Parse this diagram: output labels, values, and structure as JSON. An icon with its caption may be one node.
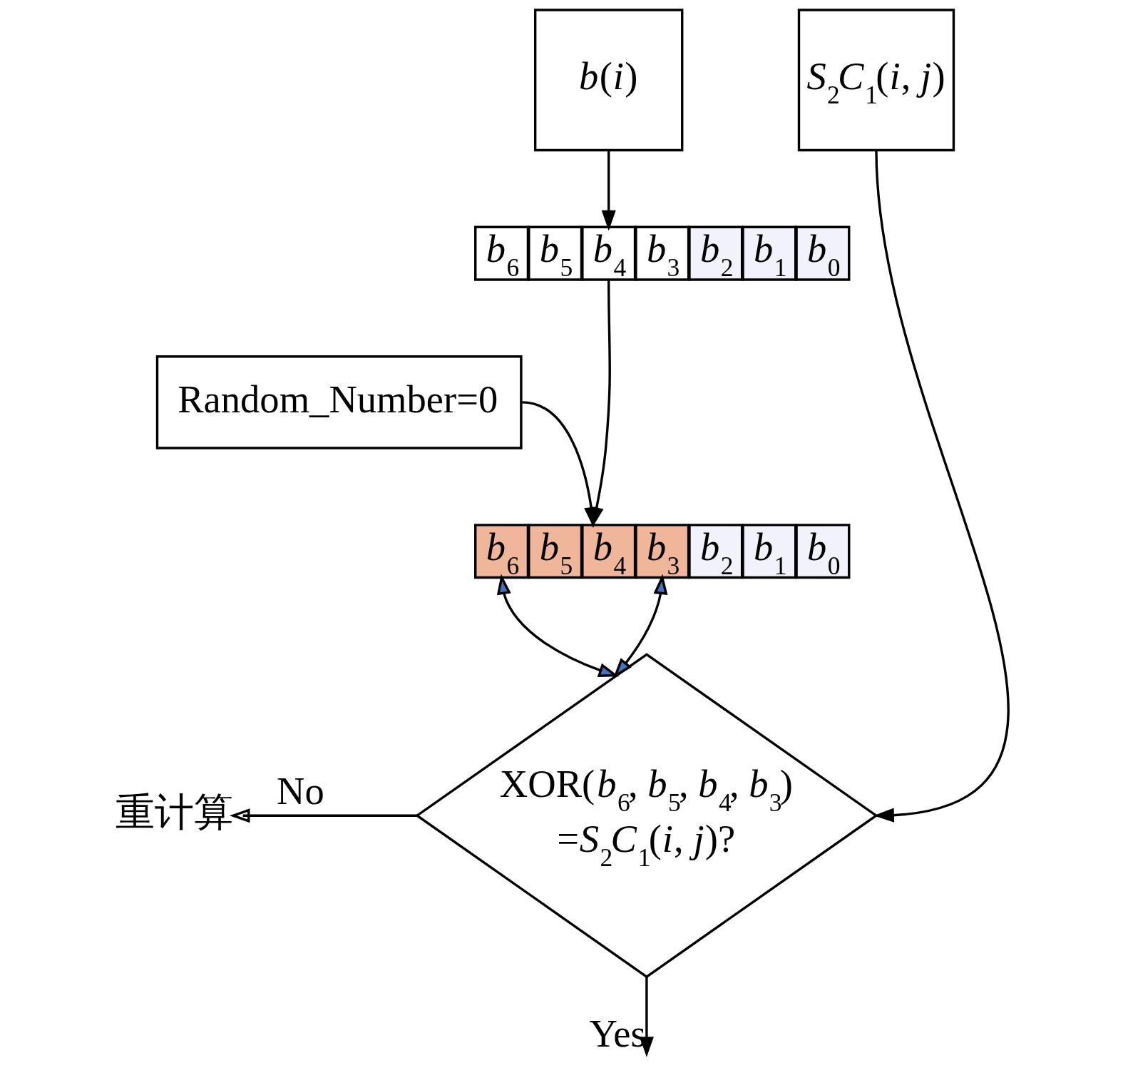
{
  "diagram": {
    "nodes": [
      {
        "text": [
          "*b*(*i*)"
        ]
      },
      {
        "text": [
          "*S*$_{2}$*C*$_{1}$(*i*, *j*)"
        ]
      },
      {
        "text": [
          "*b*$_{6}$"
        ]
      },
      {
        "text": [
          "*b*$_{5}$"
        ]
      },
      {
        "text": [
          "*b*$_{4}$"
        ]
      },
      {
        "text": [
          "*b*$_{3}$"
        ]
      },
      {
        "text": [
          "*b*$_{2}$"
        ]
      },
      {
        "text": [
          "*b*$_{1}$"
        ]
      },
      {
        "text": [
          "*b*$_{0}$"
        ]
      },
      {
        "text": [
          "Random_Number=0"
        ]
      },
      {
        "text": [
          "*b*$_{6}$"
        ]
      },
      {
        "text": [
          "*b*$_{5}$"
        ]
      },
      {
        "text": [
          "*b*$_{4}$"
        ]
      },
      {
        "text": [
          "*b*$_{3}$"
        ]
      },
      {
        "text": [
          "*b*$_{2}$"
        ]
      },
      {
        "text": [
          "*b*$_{1}$"
        ]
      },
      {
        "text": [
          "*b*$_{0}$"
        ]
      },
      {
        "text": [
          "XOR(*b*$_{6}$, *b*$_{5}$, *b*$_{4}$, *b*$_{3}$) =*S*$_{2}$*C*$_{1}$(*i*, *j*)?"
        ]
      },
      {
        "text": [
          "重计算"
        ]
      }
    ],
    "edges": [
      {
        "from": 0,
        "to": 4,
        "arrow": "to"
      },
      {
        "from": 4,
        "to": 12,
        "arrow": "to"
      },
      {
        "from": 9,
        "to": 12,
        "arrow": "to"
      },
      {
        "from": 10,
        "to": 17,
        "arrow": "both"
      },
      {
        "from": 13,
        "to": 17,
        "arrow": "both"
      },
      {
        "from": 1,
        "to": 17,
        "arrow": "to"
      },
      {
        "from": 17,
        "to": 18,
        "arrow": "to",
        "label": "No"
      },
      {
        "from": 17,
        "to": null,
        "arrow": "to",
        "label": "Yes"
      }
    ]
  }
}
